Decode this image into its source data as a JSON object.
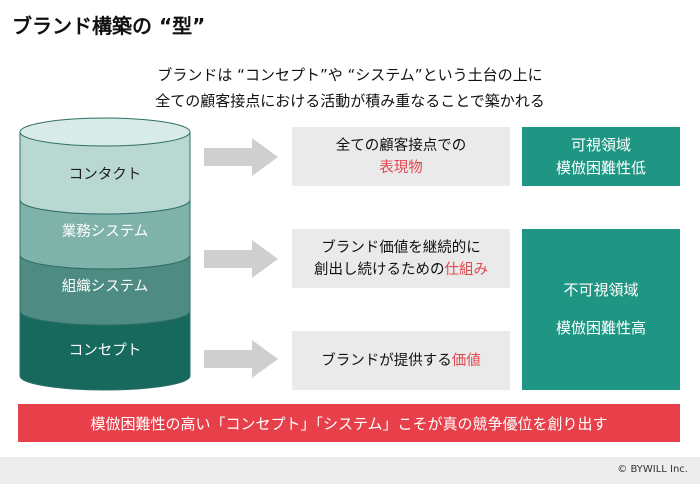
{
  "title": "ブランド構築の “型”",
  "subtitle": {
    "line1": "ブランドは “コンセプト”や “システム”という土台の上に",
    "line2": "全ての顧客接点における活動が積み重なることで築かれる"
  },
  "layers": [
    {
      "label": "コンタクト",
      "color": "#b9d8d2"
    },
    {
      "label": "業務システム",
      "color": "#7fb3aa"
    },
    {
      "label": "組織システム",
      "color": "#4e8b82"
    },
    {
      "label": "コンセプト",
      "color": "#17695d"
    }
  ],
  "boxes": {
    "contact": {
      "line1": "全ての顧客接点での",
      "line2": "表現物"
    },
    "system": {
      "line1": "ブランド価値を継続的に",
      "line2_prefix": "創出し続けるための",
      "line2_highlight": "仕組み"
    },
    "concept": {
      "prefix": "ブランドが提供する",
      "highlight": "価値"
    }
  },
  "visibility": {
    "visible": {
      "line1": "可視領域",
      "line2": "模倣困難性低"
    },
    "invisible": {
      "line1": "不可視領域",
      "line2": "模倣困難性高"
    }
  },
  "banner": "模倣困難性の高い「コンセプト」「システム」こそが真の競争優位を創り出す",
  "copyright": "© BYWILL Inc.",
  "colors": {
    "accent_red": "#e8404a",
    "teal": "#1e9683",
    "arrow_grey": "#cfcfcf",
    "box_grey": "#eaeaea"
  }
}
